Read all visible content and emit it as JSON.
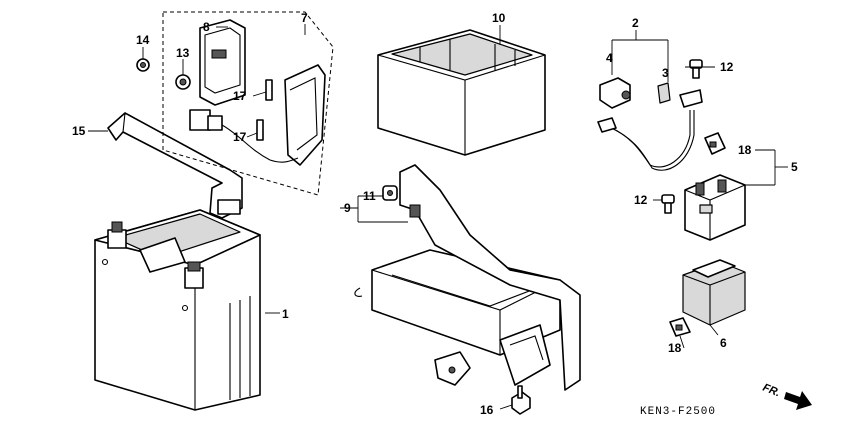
{
  "diagram": {
    "callouts": {
      "c1": "1",
      "c2": "2",
      "c3": "3",
      "c4": "4",
      "c5": "5",
      "c6": "6",
      "c7": "7",
      "c8": "8",
      "c9": "9",
      "c10": "10",
      "c11": "11",
      "c12a": "12",
      "c12b": "12",
      "c13": "13",
      "c14": "14",
      "c15": "15",
      "c16": "16",
      "c17a": "17",
      "c17b": "17",
      "c18a": "18",
      "c18b": "18"
    },
    "direction_label": "FR.",
    "drawing_code": "KEN3-F2500"
  }
}
